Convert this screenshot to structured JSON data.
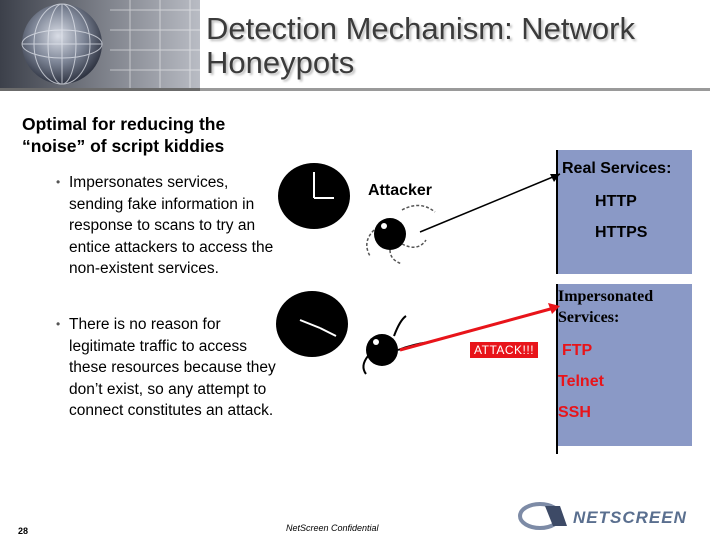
{
  "slide": {
    "title": "Detection Mechanism: Network Honeypots",
    "subtitle": "Optimal for reducing the “noise” of script kiddies",
    "bullets": [
      "Impersonates services, sending fake information in response to scans to try an entice attackers to access the non-existent services.",
      "There is no reason for legitimate traffic to access these resources because they don’t exist, so any attempt to connect constitutes an attack."
    ],
    "bullet_glyph": "•"
  },
  "diagram": {
    "attacker_label": "Attacker",
    "attack_label": "ATTACK!!!",
    "real_services": {
      "heading": "Real Services:",
      "items": [
        "HTTP",
        "HTTPS"
      ]
    },
    "impersonated_services": {
      "heading": "Impersonated Services:",
      "items": [
        "FTP",
        "Telnet",
        "SSH"
      ]
    }
  },
  "footer": {
    "page_number": "28",
    "confidential": "NetScreen Confidential",
    "logo_text": "NETSCREEN"
  },
  "colors": {
    "panel": "#8a99c6",
    "attack_red": "#e8141a",
    "title_gray": "#3b3b3b",
    "logo_blue": "#5a6f8f"
  },
  "icons": [
    "globe-icon",
    "clock-icon",
    "attacker-figure-icon",
    "logo-swoosh-icon"
  ]
}
